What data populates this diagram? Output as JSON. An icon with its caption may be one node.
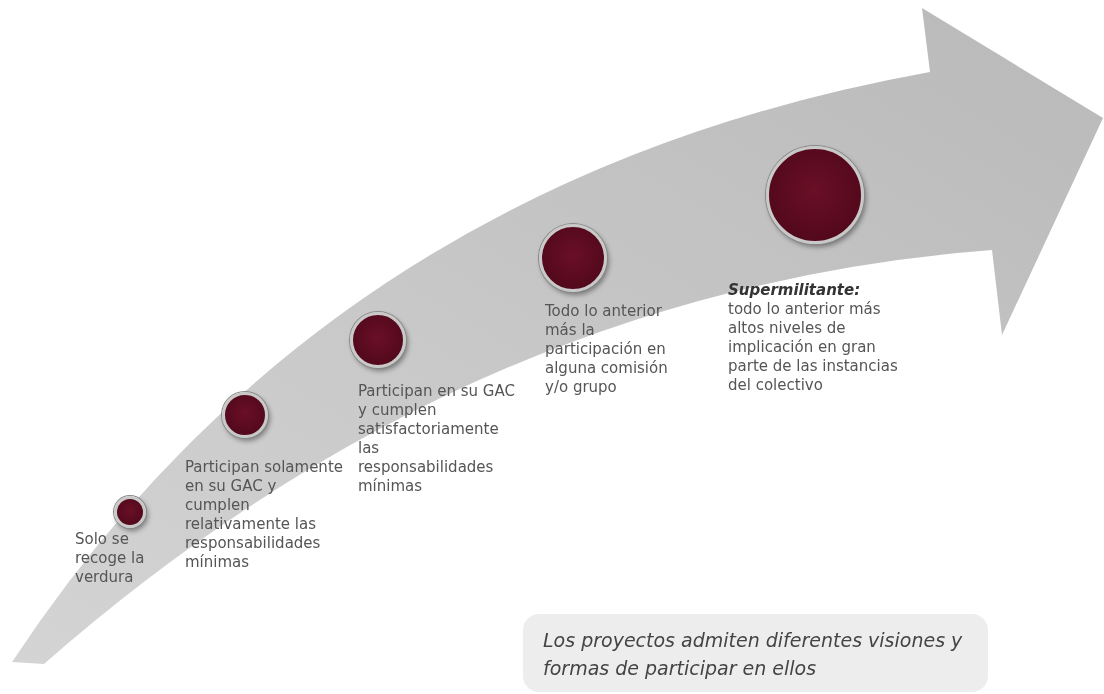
{
  "diagram": {
    "nodes": [
      {
        "text": [],
        "shape": "circle",
        "beside": [
          "Solo se recoge la verdura"
        ]
      },
      {
        "text": [],
        "shape": "circle",
        "beside": [
          "Participan solamente en su GAC y cumplen relativamente las responsabilidades mínimas"
        ]
      },
      {
        "text": [],
        "shape": "circle",
        "beside": [
          "Participan en su GAC y cumplen satisfactoriamente las responsabilidades mínimas"
        ]
      },
      {
        "text": [],
        "shape": "circle",
        "beside": [
          "Todo lo anterior más la participación en alguna comisión y/o grupo"
        ]
      },
      {
        "text": [],
        "shape": "circle",
        "beside": [
          "Supermilitante:",
          "todo lo anterior más altos niveles de implicación en gran parte de las instancias del colectivo"
        ]
      },
      {
        "text": [
          "Los proyectos admiten diferentes visiones y formas de participar en ellos"
        ]
      }
    ],
    "edges": []
  }
}
